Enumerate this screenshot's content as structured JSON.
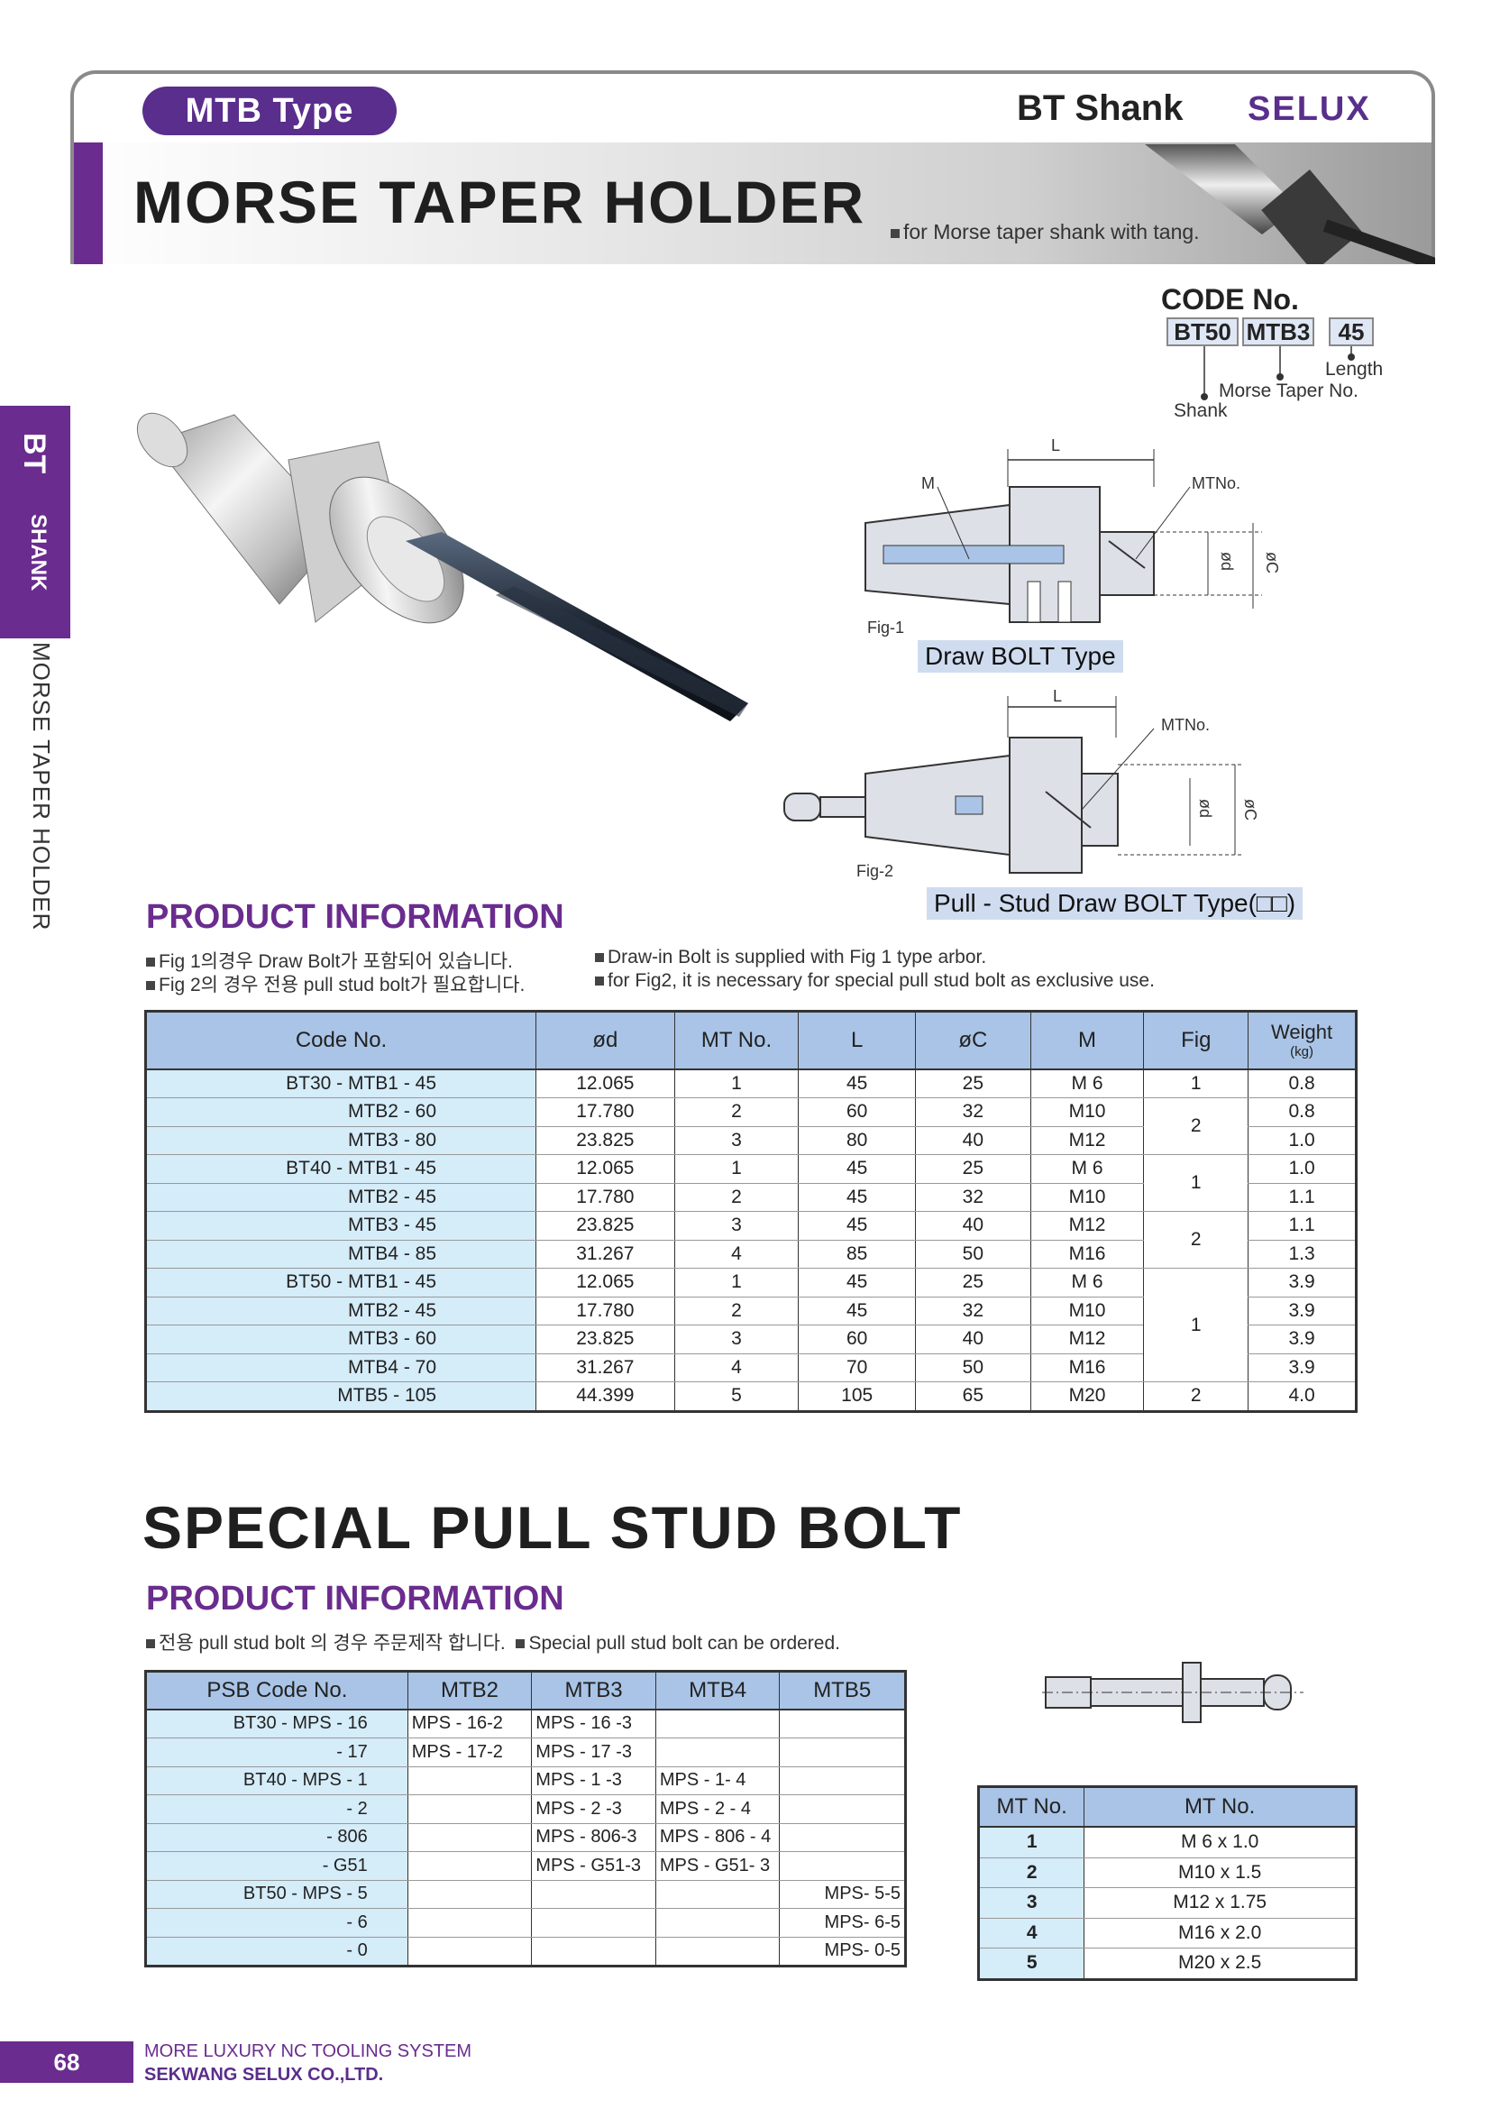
{
  "header": {
    "type_label": "MTB  Type",
    "category": "BT Shank",
    "brand": "SELUX",
    "title": "MORSE TAPER HOLDER",
    "subtitle": "for Morse taper shank with tang."
  },
  "side_tab": {
    "line1": "BT",
    "line2": "SHANK",
    "section": "MORSE TAPER HOLDER"
  },
  "code_no": {
    "title": "CODE No.",
    "parts": [
      "BT50",
      "MTB3",
      "45"
    ],
    "labels": {
      "length": "Length",
      "morse": "Morse Taper No.",
      "shank": "Shank"
    }
  },
  "figures": {
    "fig1_label": "Fig-1",
    "fig1_caption": "Draw BOLT Type",
    "fig2_label": "Fig-2",
    "fig2_caption": "Pull - Stud Draw BOLT Type(□□)",
    "dim_L": "L",
    "dim_M": "M",
    "dim_MT": "MTNo.",
    "dim_d": "ød",
    "dim_C": "øC"
  },
  "product_info_1": {
    "title": "PRODUCT INFORMATION",
    "notes_ko": [
      "Fig 1의경우 Draw Bolt가 포함되어 있습니다.",
      "Fig 2의 경우 전용 pull stud bolt가 필요합니다."
    ],
    "notes_en": [
      "Draw-in Bolt is supplied with Fig 1 type arbor.",
      "for Fig2, it is necessary for special pull stud bolt as exclusive use."
    ]
  },
  "table1": {
    "headers": [
      "Code No.",
      "ød",
      "MT No.",
      "L",
      "øC",
      "M",
      "Fig",
      "Weight",
      "(kg)"
    ],
    "rows": [
      [
        "BT30 - MTB1 -   45",
        "12.065",
        "1",
        "45",
        "25",
        "M 6",
        "0.8"
      ],
      [
        "MTB2 -   60",
        "17.780",
        "2",
        "60",
        "32",
        "M10",
        "0.8"
      ],
      [
        "MTB3 -   80",
        "23.825",
        "3",
        "80",
        "40",
        "M12",
        "1.0"
      ],
      [
        "BT40 - MTB1 -   45",
        "12.065",
        "1",
        "45",
        "25",
        "M 6",
        "1.0"
      ],
      [
        "MTB2 -   45",
        "17.780",
        "2",
        "45",
        "32",
        "M10",
        "1.1"
      ],
      [
        "MTB3 -   45",
        "23.825",
        "3",
        "45",
        "40",
        "M12",
        "1.1"
      ],
      [
        "MTB4 -   85",
        "31.267",
        "4",
        "85",
        "50",
        "M16",
        "1.3"
      ],
      [
        "BT50 - MTB1 -   45",
        "12.065",
        "1",
        "45",
        "25",
        "M 6",
        "3.9"
      ],
      [
        "MTB2 -   45",
        "17.780",
        "2",
        "45",
        "32",
        "M10",
        "3.9"
      ],
      [
        "MTB3 -   60",
        "23.825",
        "3",
        "60",
        "40",
        "M12",
        "3.9"
      ],
      [
        "MTB4 -   70",
        "31.267",
        "4",
        "70",
        "50",
        "M16",
        "3.9"
      ],
      [
        "MTB5 - 105",
        "44.399",
        "5",
        "105",
        "65",
        "M20",
        "4.0"
      ]
    ],
    "fig_values": [
      "1",
      "2",
      "1",
      "2",
      "1",
      "2"
    ]
  },
  "section2": {
    "title": "SPECIAL PULL STUD BOLT",
    "pi_title": "PRODUCT INFORMATION",
    "note_ko": "전용 pull stud bolt 의 경우 주문제작 합니다.",
    "note_en": "Special pull stud bolt can be ordered."
  },
  "table2": {
    "headers": [
      "PSB Code No.",
      "MTB2",
      "MTB3",
      "MTB4",
      "MTB5"
    ],
    "rows": [
      [
        "BT30 - MPS -   16",
        "MPS - 16-2",
        "MPS -   16 -3",
        "",
        ""
      ],
      [
        "-   17",
        "MPS - 17-2",
        "MPS -   17 -3",
        "",
        ""
      ],
      [
        "BT40 - MPS -    1",
        "",
        "MPS -    1 -3",
        "MPS -    1- 4",
        ""
      ],
      [
        "-    2",
        "",
        "MPS -    2 -3",
        "MPS -    2 - 4",
        ""
      ],
      [
        "- 806",
        "",
        "MPS -  806-3",
        "MPS - 806 - 4",
        ""
      ],
      [
        "- G51",
        "",
        "MPS - G51-3",
        "MPS - G51- 3",
        ""
      ],
      [
        "BT50 - MPS -    5",
        "",
        "",
        "",
        "MPS- 5-5"
      ],
      [
        "-    6",
        "",
        "",
        "",
        "MPS- 6-5"
      ],
      [
        "-    0",
        "",
        "",
        "",
        "MPS- 0-5"
      ]
    ]
  },
  "table3": {
    "headers": [
      "MT No.",
      "MT No."
    ],
    "rows": [
      [
        "1",
        "M  6 x 1.0"
      ],
      [
        "2",
        "M10 x 1.5"
      ],
      [
        "3",
        "M12 x 1.75"
      ],
      [
        "4",
        "M16 x 2.0"
      ],
      [
        "5",
        "M20 x 2.5"
      ]
    ]
  },
  "footer": {
    "page": "68",
    "line1": "MORE LUXURY NC TOOLING SYSTEM",
    "line2": "SEKWANG SELUX CO.,LTD."
  },
  "colors": {
    "purple": "#6a2c8e",
    "header_blue": "#a9c4e6",
    "code_cell": "#d5ecf9"
  }
}
